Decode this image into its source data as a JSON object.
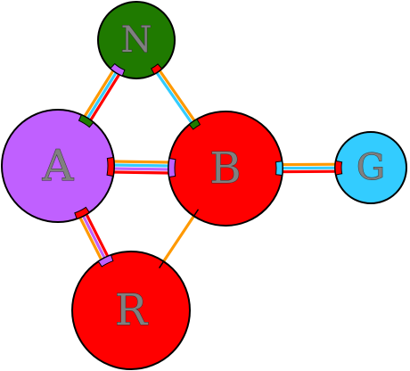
{
  "diagram": {
    "nodes": [
      {
        "id": "N",
        "label": "N",
        "color": "#1f7a00",
        "size": "small"
      },
      {
        "id": "A",
        "label": "A",
        "color": "#c060ff",
        "size": "large"
      },
      {
        "id": "B",
        "label": "B",
        "color": "#ff0000",
        "size": "large"
      },
      {
        "id": "G",
        "label": "G",
        "color": "#33ccff",
        "size": "small"
      },
      {
        "id": "R",
        "label": "R",
        "color": "#ff0000",
        "size": "large"
      }
    ],
    "edges": [
      {
        "from": "N",
        "to": "A",
        "colors": [
          "#ff0000",
          "#33ccff",
          "#ff9900"
        ]
      },
      {
        "from": "N",
        "to": "B",
        "colors": [
          "#ff9900",
          "#33ccff"
        ]
      },
      {
        "from": "A",
        "to": "B",
        "colors": [
          "#ff9900",
          "#33ccff",
          "#c060ff",
          "#ff0000"
        ]
      },
      {
        "from": "B",
        "to": "G",
        "colors": [
          "#ff9900",
          "#33ccff",
          "#ff0000"
        ]
      },
      {
        "from": "A",
        "to": "R",
        "colors": [
          "#ff0000",
          "#c060ff",
          "#ff9900"
        ]
      },
      {
        "from": "B",
        "to": "R",
        "colors": [
          "#ff9900"
        ]
      }
    ]
  }
}
